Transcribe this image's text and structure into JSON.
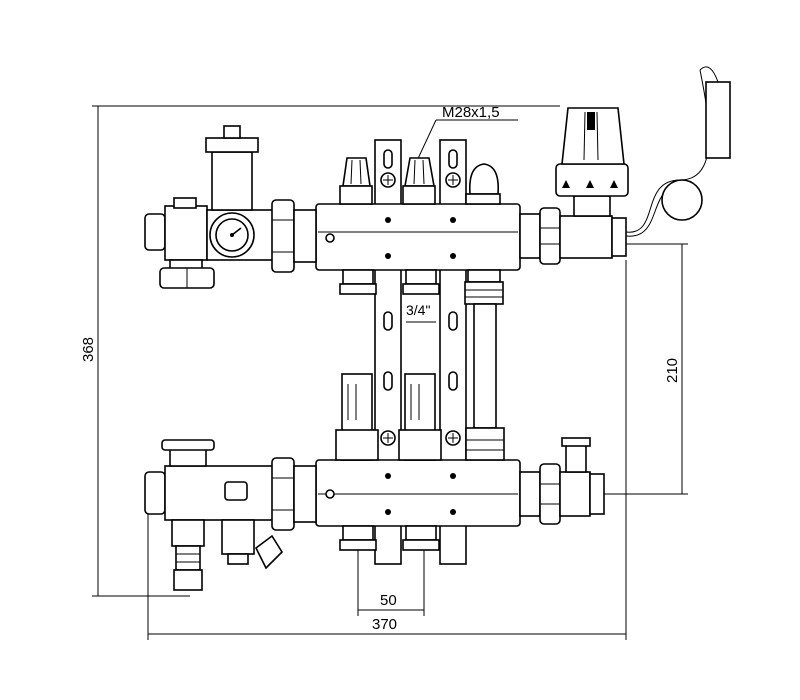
{
  "diagram": {
    "thread_label": "M28x1,5",
    "pipe_size_label": "3/4\"",
    "dimensions": {
      "total_height": "368",
      "manifold_spacing": "210",
      "outlet_spacing": "50",
      "total_width": "370"
    }
  },
  "colors": {
    "line": "#000000",
    "background": "#ffffff"
  }
}
